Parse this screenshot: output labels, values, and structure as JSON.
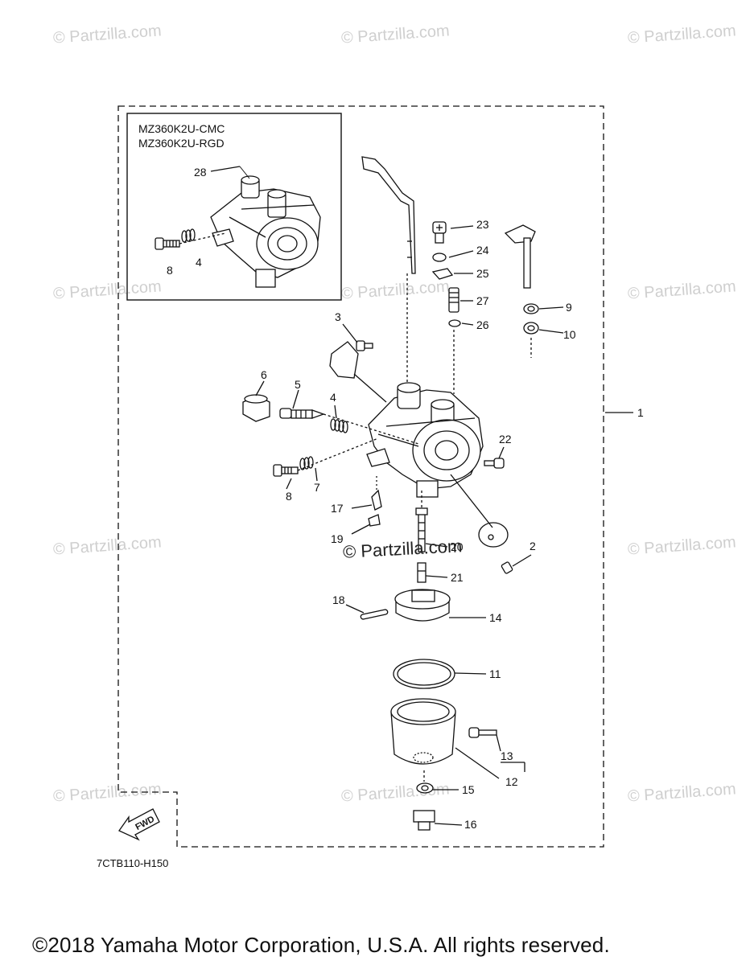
{
  "watermark_text": "© Partzilla.com",
  "center_watermark": "© Partzilla.com",
  "inset": {
    "models": [
      "MZ360K2U-CMC",
      "MZ360K2U-RGD"
    ],
    "callouts": [
      "28",
      "8",
      "4"
    ]
  },
  "callouts": {
    "c1": "1",
    "c2": "2",
    "c3": "3",
    "c4": "4",
    "c5": "5",
    "c6": "6",
    "c7": "7",
    "c8": "8",
    "c9": "9",
    "c10": "10",
    "c11": "11",
    "c12": "12",
    "c13": "13",
    "c14": "14",
    "c15": "15",
    "c16": "16",
    "c17": "17",
    "c18": "18",
    "c19": "19",
    "c20": "20",
    "c21": "21",
    "c22": "22",
    "c23": "23",
    "c24": "24",
    "c25": "25",
    "c26": "26",
    "c27": "27"
  },
  "fwd_label": "FWD",
  "diagram_code": "7CTB110-H150",
  "copyright": "©2018  Yamaha Motor Corporation, U.S.A. All rights reserved."
}
